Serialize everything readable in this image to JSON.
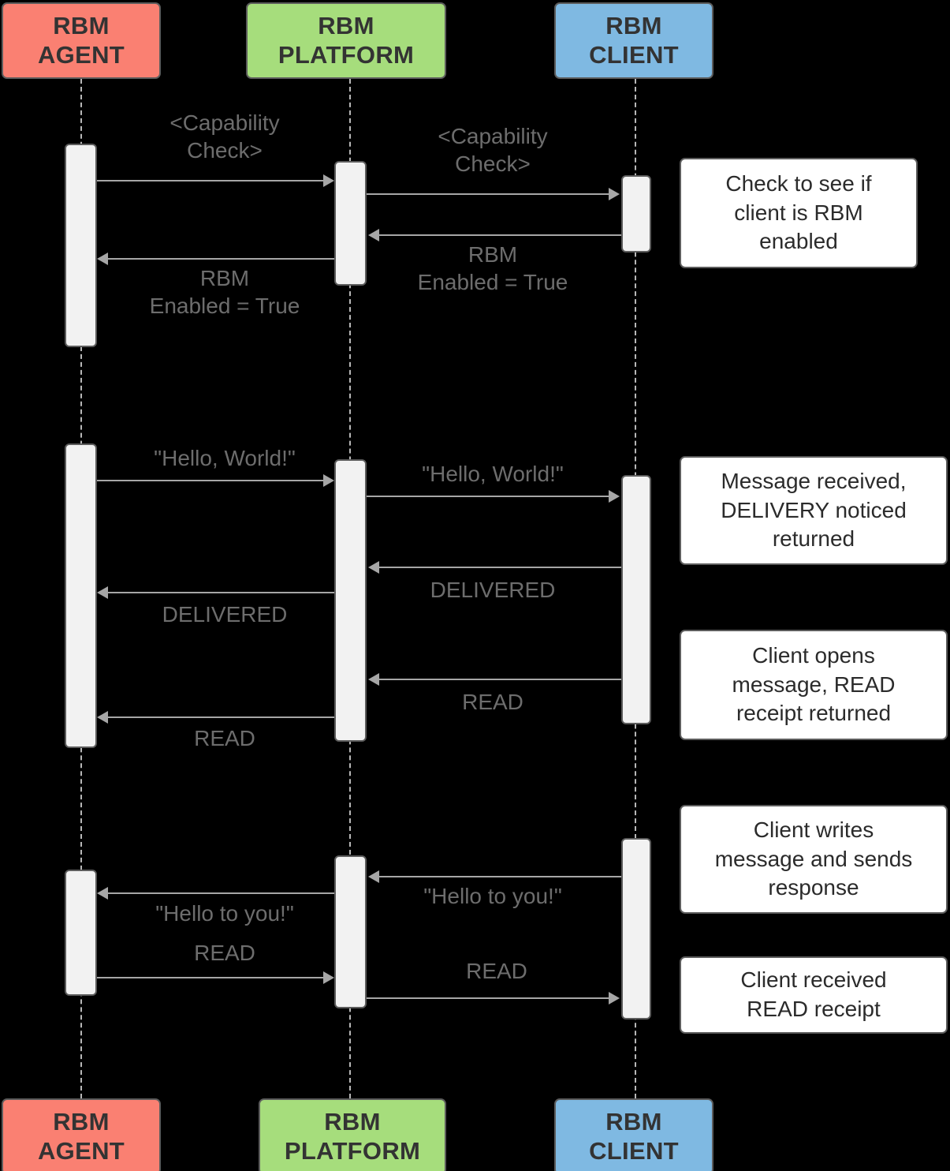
{
  "diagram": {
    "type": "sequence-diagram",
    "title": "RBM message flow sequence",
    "background_color": "#000000",
    "colors": {
      "agent": "#fa8072",
      "platform": "#a6dd7c",
      "client": "#7fb9e2",
      "activation": "#f2f2f2",
      "note": "#ffffff",
      "line": "#a6a6a6",
      "label_text": "#6d6d6d",
      "actor_text": "#333333",
      "note_text": "#2b2b2b",
      "stroke": "#5c5c5c"
    }
  },
  "actors": [
    {
      "id": "agent",
      "line1": "RBM",
      "line2": "AGENT",
      "color": "#fa8072"
    },
    {
      "id": "platform",
      "line1": "RBM",
      "line2": "PLATFORM",
      "color": "#a6dd7c"
    },
    {
      "id": "client",
      "line1": "RBM",
      "line2": "CLIENT",
      "color": "#7fb9e2"
    }
  ],
  "messages": [
    {
      "id": "m1",
      "from": "agent",
      "to": "platform",
      "label": "<Capability\nCheck>"
    },
    {
      "id": "m2",
      "from": "platform",
      "to": "client",
      "label": "<Capability\nCheck>"
    },
    {
      "id": "m3",
      "from": "client",
      "to": "platform",
      "label": "RBM\nEnabled = True"
    },
    {
      "id": "m4",
      "from": "platform",
      "to": "agent",
      "label": "RBM\nEnabled = True"
    },
    {
      "id": "m5",
      "from": "agent",
      "to": "platform",
      "label": "\"Hello, World!\""
    },
    {
      "id": "m6",
      "from": "platform",
      "to": "client",
      "label": "\"Hello, World!\""
    },
    {
      "id": "m7",
      "from": "client",
      "to": "platform",
      "label": "DELIVERED"
    },
    {
      "id": "m8",
      "from": "platform",
      "to": "agent",
      "label": "DELIVERED"
    },
    {
      "id": "m9",
      "from": "client",
      "to": "platform",
      "label": "READ"
    },
    {
      "id": "m10",
      "from": "platform",
      "to": "agent",
      "label": "READ"
    },
    {
      "id": "m11",
      "from": "client",
      "to": "platform",
      "label": "\"Hello to you!\""
    },
    {
      "id": "m12",
      "from": "platform",
      "to": "agent",
      "label": "\"Hello to you!\""
    },
    {
      "id": "m13",
      "from": "agent",
      "to": "platform",
      "label": "READ"
    },
    {
      "id": "m14",
      "from": "platform",
      "to": "client",
      "label": "READ"
    }
  ],
  "notes": [
    {
      "id": "n1",
      "text": "Check to see if\nclient is RBM\nenabled"
    },
    {
      "id": "n2",
      "text": "Message received,\nDELIVERY noticed\nreturned"
    },
    {
      "id": "n3",
      "text": "Client opens\nmessage, READ\nreceipt returned"
    },
    {
      "id": "n4",
      "text": "Client writes\nmessage and sends\nresponse"
    },
    {
      "id": "n5",
      "text": "Client received\nREAD receipt"
    }
  ]
}
